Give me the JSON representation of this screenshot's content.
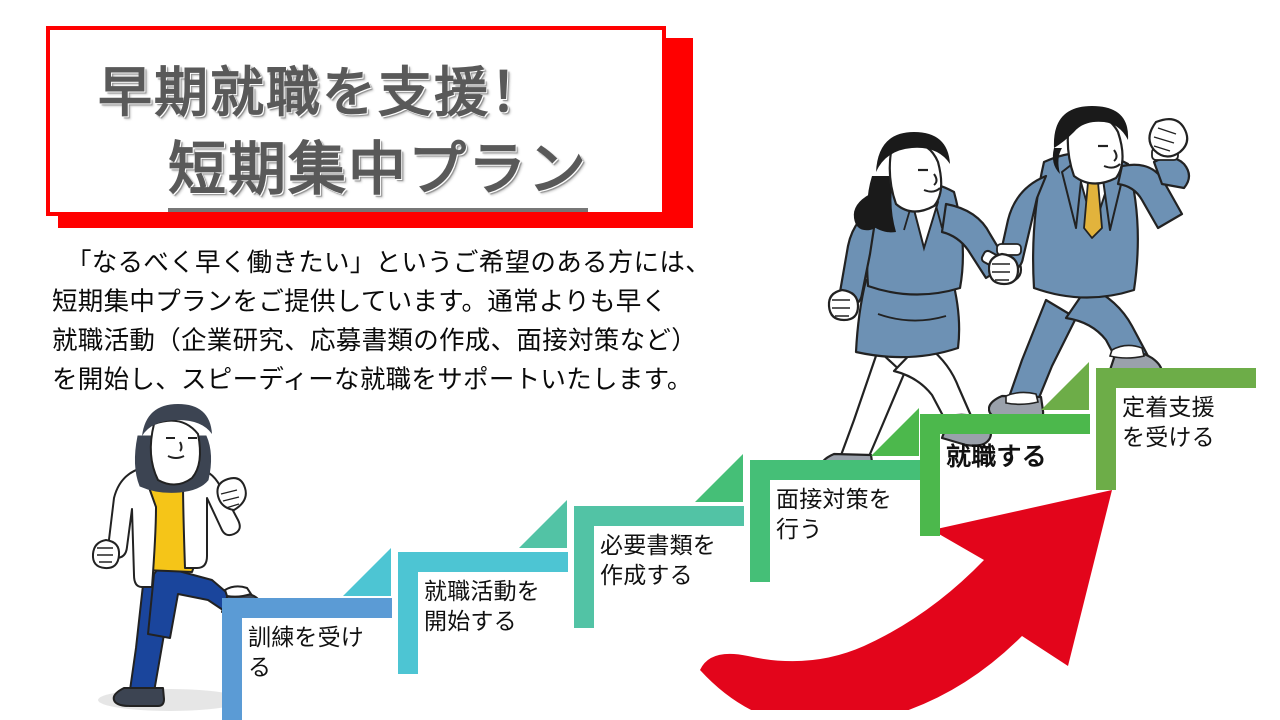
{
  "banner": {
    "line1": "早期就職を支援！",
    "line2": "短期集中プラン",
    "border_color": "#FF0000",
    "shadow_color": "#FF0000",
    "text_color": "#595959"
  },
  "body": {
    "lines": [
      "「なるべく早く働きたい」というご希望のある方には、",
      "短期集中プランをご提供しています。通常よりも早く",
      "就職活動（企業研究、応募書類の作成、面接対策など）",
      "を開始し、スピーディーな就職をサポートいたします。"
    ]
  },
  "staircase": {
    "steps": [
      {
        "label": "訓練を受け\nる",
        "color": "#5B9BD5",
        "bold": false
      },
      {
        "label": "就職活動を\n開始する",
        "color": "#4DC5D3",
        "bold": false
      },
      {
        "label": "必要書類を\n作成する",
        "color": "#52C3A5",
        "bold": false
      },
      {
        "label": "面接対策を\n行う",
        "color": "#45BF77",
        "bold": false
      },
      {
        "label": "就職する",
        "color": "#4CB84C",
        "bold": true
      },
      {
        "label": "定着支援\nを受ける",
        "color": "#6DAD48",
        "bold": false
      }
    ]
  },
  "arrow": {
    "name": "growth-arrow",
    "color": "#E3051B"
  },
  "figures": {
    "trainee": {
      "name": "woman-trainee",
      "jacket": "#FFFFFF",
      "top": "#F5C518",
      "pants": "#1A459C",
      "hair": "#3C4452",
      "shoes": "#3C4452"
    },
    "jobseeker_woman": {
      "name": "woman-jobseeker",
      "suit": "#6D91B4",
      "hair": "#1A1A1A",
      "shoes": "#9AA1AB"
    },
    "jobseeker_man": {
      "name": "man-jobseeker",
      "suit": "#6D91B4",
      "tie": "#E2B33C",
      "hair": "#1A1A1A",
      "shoes": "#9AA1AB"
    }
  }
}
